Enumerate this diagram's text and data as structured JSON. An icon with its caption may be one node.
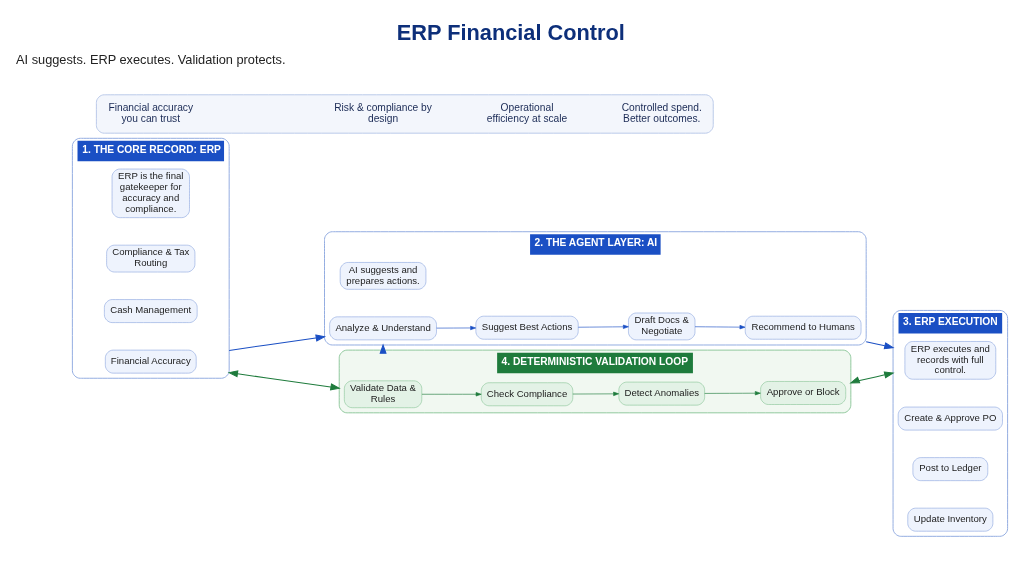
{
  "diagram": {
    "title": "ERP Financial Control",
    "nodes": [
      {
        "text": [
          "1. THE CORE RECORD: ERP"
        ]
      },
      {
        "text": [
          "ERP is the final gatekeeper for accuracy and compliance."
        ],
        "in": 0
      },
      {
        "text": [
          "Compliance & Tax Routing"
        ],
        "in": 0
      },
      {
        "text": [
          "Cash Management"
        ],
        "in": 0
      },
      {
        "text": [
          "Financial Accuracy"
        ],
        "in": 0
      },
      {
        "text": [
          "2. THE AGENT LAYER: AI"
        ]
      },
      {
        "text": [
          "AI suggests and prepares actions."
        ],
        "in": 5
      },
      {
        "text": [
          "Analyze & Understand"
        ],
        "in": 5
      },
      {
        "text": [
          "Suggest Best Actions"
        ],
        "in": 5
      },
      {
        "text": [
          "Draft Docs & Negotiate"
        ],
        "in": 5
      },
      {
        "text": [
          "Recommend to Humans"
        ],
        "in": 5
      },
      {
        "text": [
          "3. ERP EXECUTION"
        ]
      },
      {
        "text": [
          "ERP executes and records with full control."
        ],
        "in": 11
      },
      {
        "text": [
          "Create & Approve PO"
        ],
        "in": 11
      },
      {
        "text": [
          "Post to Ledger"
        ],
        "in": 11
      },
      {
        "text": [
          "Update Inventory"
        ],
        "in": 11
      },
      {
        "text": [
          "4. DETERMINISTIC VALIDATION LOOP"
        ]
      },
      {
        "text": [
          "Validate Data & Rules"
        ],
        "in": 16
      },
      {
        "text": [
          "Check Compliance"
        ],
        "in": 16
      },
      {
        "text": [
          "Detect Anomalies"
        ],
        "in": 16
      },
      {
        "text": [
          "Approve or Block"
        ],
        "in": 16
      },
      {
        "text": [],
        "shape": "box"
      },
      {
        "text": [
          "Financial accuracy you can trust"
        ],
        "in": 21
      },
      {
        "text": [
          "Risk & compliance by design"
        ],
        "in": 21
      },
      {
        "text": [
          "Operational efficiency at scale"
        ],
        "in": 21
      },
      {
        "text": [
          "Controlled spend. Better outcomes."
        ],
        "in": 21
      }
    ],
    "edges": [
      {
        "from": 0,
        "to": 5,
        "arrow": "to"
      },
      {
        "from": 5,
        "to": 11,
        "arrow": "to"
      },
      {
        "from": 7,
        "to": 8,
        "arrow": "to"
      },
      {
        "from": 8,
        "to": 9,
        "arrow": "to"
      },
      {
        "from": 9,
        "to": 10,
        "arrow": "to"
      },
      {
        "from": 17,
        "to": 18,
        "arrow": "to",
        "color": "#1e7b3c"
      },
      {
        "from": 18,
        "to": 19,
        "arrow": "to",
        "color": "#1e7b3c"
      },
      {
        "from": 19,
        "to": 20,
        "arrow": "to",
        "color": "#1e7b3c"
      },
      {
        "from": 16,
        "to": 5,
        "arrow": "to",
        "style": "dashed"
      },
      {
        "from": 0,
        "to": 16,
        "arrow": "both",
        "color": "#1e7b3c"
      },
      {
        "from": 16,
        "to": 11,
        "arrow": "both",
        "color": "#1e7b3c"
      }
    ],
    "labels": [
      "AI suggests. ERP executes. Validation protects."
    ]
  }
}
